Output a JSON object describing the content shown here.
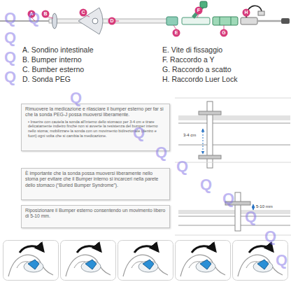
{
  "diagram": {
    "nodes": [
      {
        "text": [
          "Rimuovere la medicazione e rilasciare il bumper esterno per far sì che la sonda PEG-J possa muoversi liberamente.",
          "• Inserire con cautela la sonda all'interno dello stomaco per 3-4 cm e tirare delicatamente indietro finché non si avverte la resistenza del bumper interno nello stoma; mobilizzare la sonda con un movimento bidirezionale (dentro e fuori) ogni volta che si cambia la medicazione."
        ]
      },
      {
        "text": [
          "È importante che la sonda possa muoversi liberamente nello stoma per evitare che il Bumper interno si incarceri nella parete dello stomaco (“Buried Bumper Syndrome”)."
        ]
      },
      {
        "text": [
          "Riposizionare il Bumper esterno consentendo un movimento libero di 5-10 mm."
        ]
      }
    ],
    "labels": [
      "A",
      "B",
      "C",
      "D",
      "E",
      "F",
      "G",
      "H",
      "A. Sondino intestinale",
      "B. Bumper interno",
      "C. Bumber esterno",
      "D. Sonda PEG",
      "E. Vite di fissaggio",
      "F. Raccordo a Y",
      "G. Raccordo a scatto",
      "H. Raccordo Luer Lock",
      "3-4 cm",
      "5-10 mm",
      "Q",
      "Q",
      "Q",
      "Q",
      "Q",
      "Q",
      "Q",
      "Q",
      "Q",
      "Q",
      "Q",
      "Q",
      "Q",
      "Q"
    ]
  }
}
